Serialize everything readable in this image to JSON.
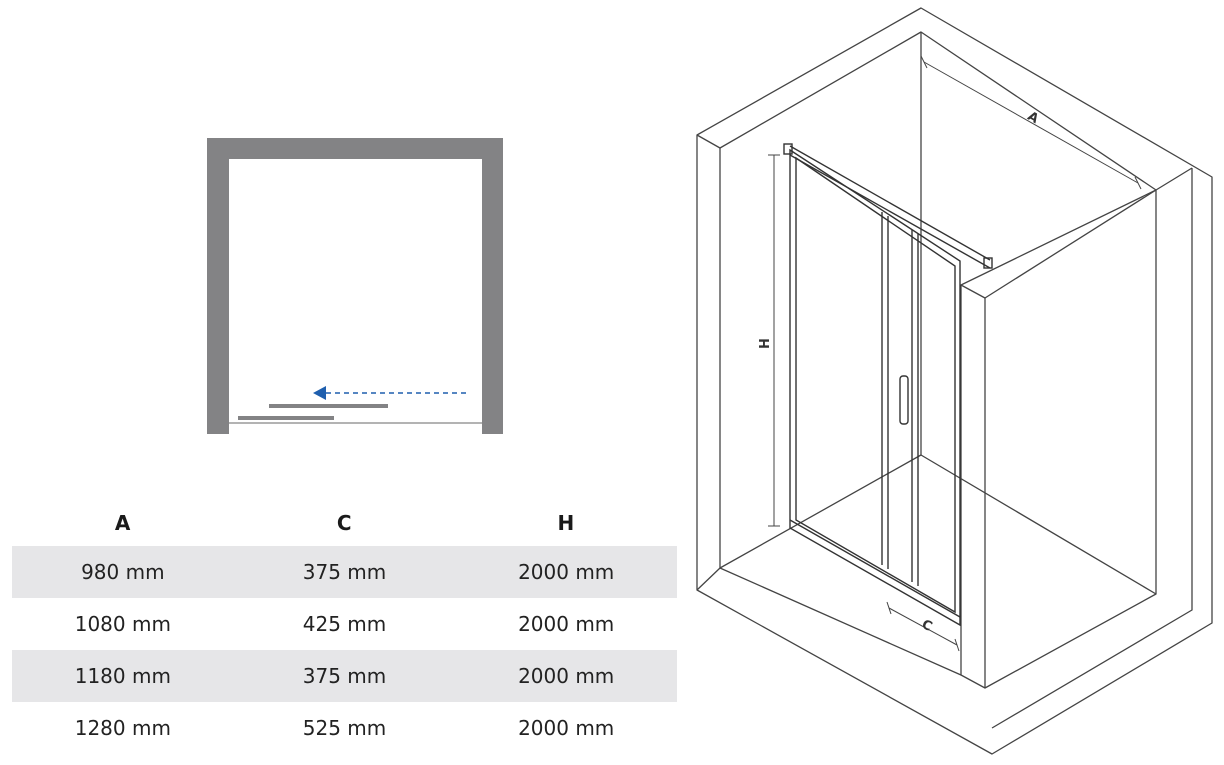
{
  "table": {
    "headers": [
      "A",
      "C",
      "H"
    ],
    "rows": [
      [
        "980 mm",
        "375 mm",
        "2000 mm"
      ],
      [
        "1080 mm",
        "425 mm",
        "2000 mm"
      ],
      [
        "1180 mm",
        "375 mm",
        "2000 mm"
      ],
      [
        "1280 mm",
        "525 mm",
        "2000 mm"
      ]
    ]
  },
  "isometric": {
    "dim_labels": {
      "width": "A",
      "height": "H",
      "opening": "C"
    }
  },
  "colors": {
    "wall_gray": "#838385",
    "arrow_blue": "#1f5fae",
    "row_shade": "#e6e6e8",
    "line": "#444444"
  }
}
